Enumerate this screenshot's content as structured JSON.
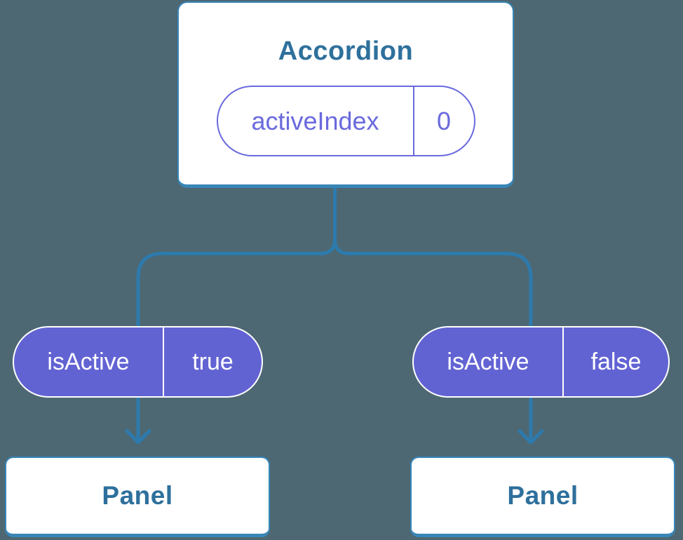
{
  "colors": {
    "background": "#4d6873",
    "connector": "#2d7aad",
    "card_border": "#3886b8",
    "card_bg": "#ffffff",
    "heading_text": "#2e709c",
    "pill_purple_bg": "#6263d3",
    "pill_purple_text": "#ffffff",
    "state_pill_accent": "#6a6ade"
  },
  "tree": {
    "root": {
      "title": "Accordion",
      "state_pill": {
        "label": "activeIndex",
        "value": "0"
      }
    },
    "children": [
      {
        "pill": {
          "label": "isActive",
          "value": "true"
        },
        "panel_label": "Panel"
      },
      {
        "pill": {
          "label": "isActive",
          "value": "false"
        },
        "panel_label": "Panel"
      }
    ]
  }
}
